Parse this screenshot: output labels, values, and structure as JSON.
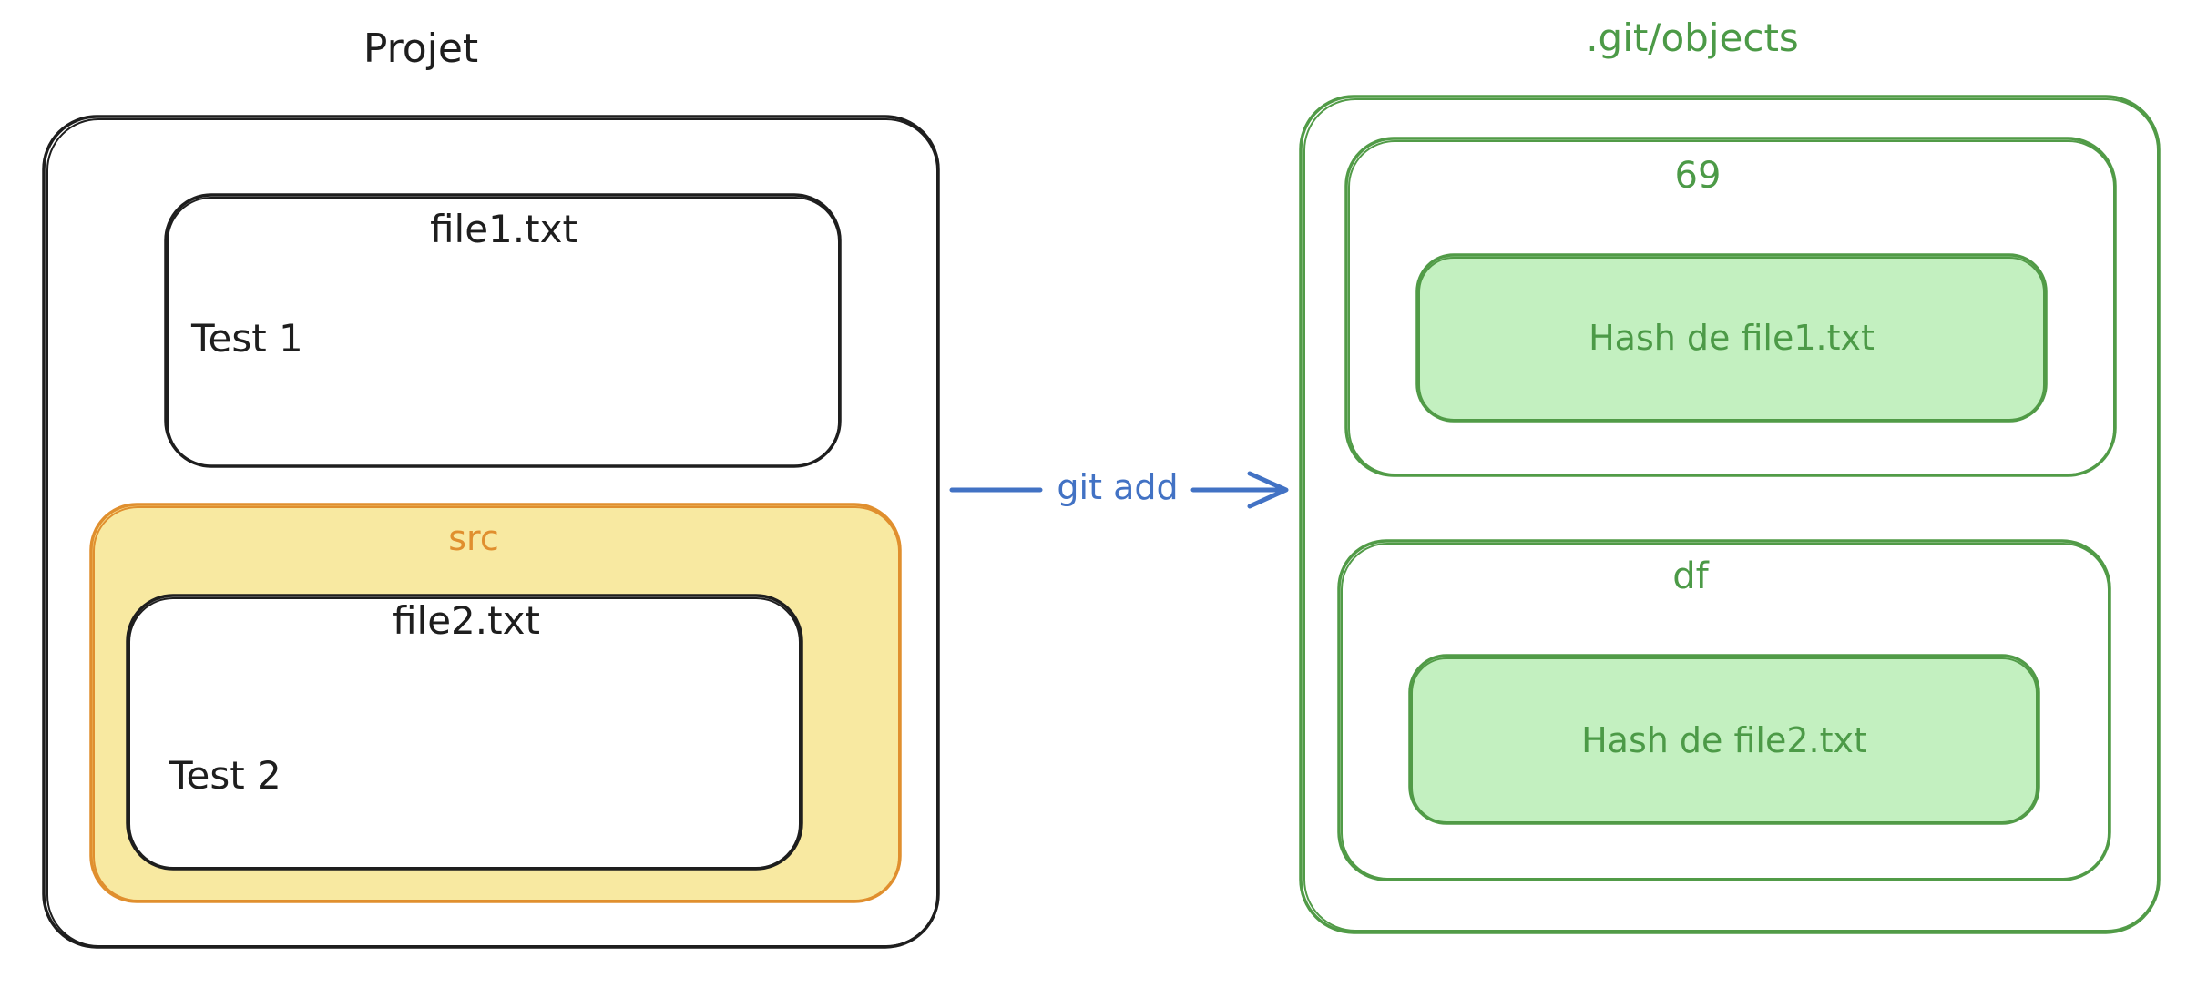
{
  "project": {
    "title": "Projet",
    "file1": {
      "name": "file1.txt",
      "content": "Test 1"
    },
    "src": {
      "label": "src",
      "file2": {
        "name": "file2.txt",
        "content": "Test 2"
      }
    }
  },
  "arrow": {
    "label": "git add"
  },
  "objects": {
    "title": ".git/objects",
    "folders": [
      {
        "name": "69",
        "blob": "Hash de file1.txt"
      },
      {
        "name": "df",
        "blob": "Hash de file2.txt"
      }
    ]
  },
  "colors": {
    "ink": "#1e1e1e",
    "src_stroke": "#e08f2e",
    "src_fill": "#f8e9a1",
    "src_text": "#e08f2e",
    "green_stroke": "#519b47",
    "green_fill": "#c3f0c0",
    "green_text": "#4c9a47",
    "arrow": "#4272c4",
    "background": "#ffffff"
  }
}
